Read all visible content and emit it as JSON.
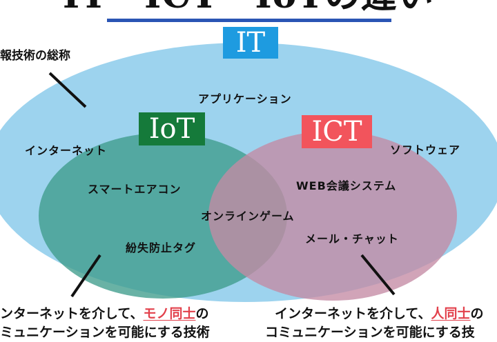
{
  "title": "IT・ICT・IoTの違い",
  "badges": {
    "it": "IT",
    "iot": "IoT",
    "ict": "ICT"
  },
  "corner_note": "報技術の総称",
  "it_items": [
    "アプリケーション",
    "インターネット",
    "ソフトウェア"
  ],
  "iot_items": [
    "スマートエアコン",
    "紛失防止タグ"
  ],
  "ict_items": [
    "WEB会議システム",
    "メール・チャット"
  ],
  "overlap_item": "オンラインゲーム",
  "iot_description": {
    "line1_before": "ンターネットを介して、",
    "line1_highlight": "モノ同士",
    "line1_after": "の",
    "line2": "ミュニケーションを可能にする技術"
  },
  "ict_description": {
    "line1_before": "インターネットを介して、",
    "line1_highlight": "人同士",
    "line1_after": "の",
    "line2": "コミュニケーションを可能にする技"
  },
  "colors": {
    "it_ellipse": "#9dd3ee",
    "iot_ellipse": "#3f9c8c",
    "ict_ellipse": "#c48aa4",
    "it_badge": "#1e9be0",
    "iot_badge": "#157a3a",
    "ict_badge": "#f2545c",
    "title_underline": "#2a55b4",
    "highlight": "#e2404b"
  }
}
